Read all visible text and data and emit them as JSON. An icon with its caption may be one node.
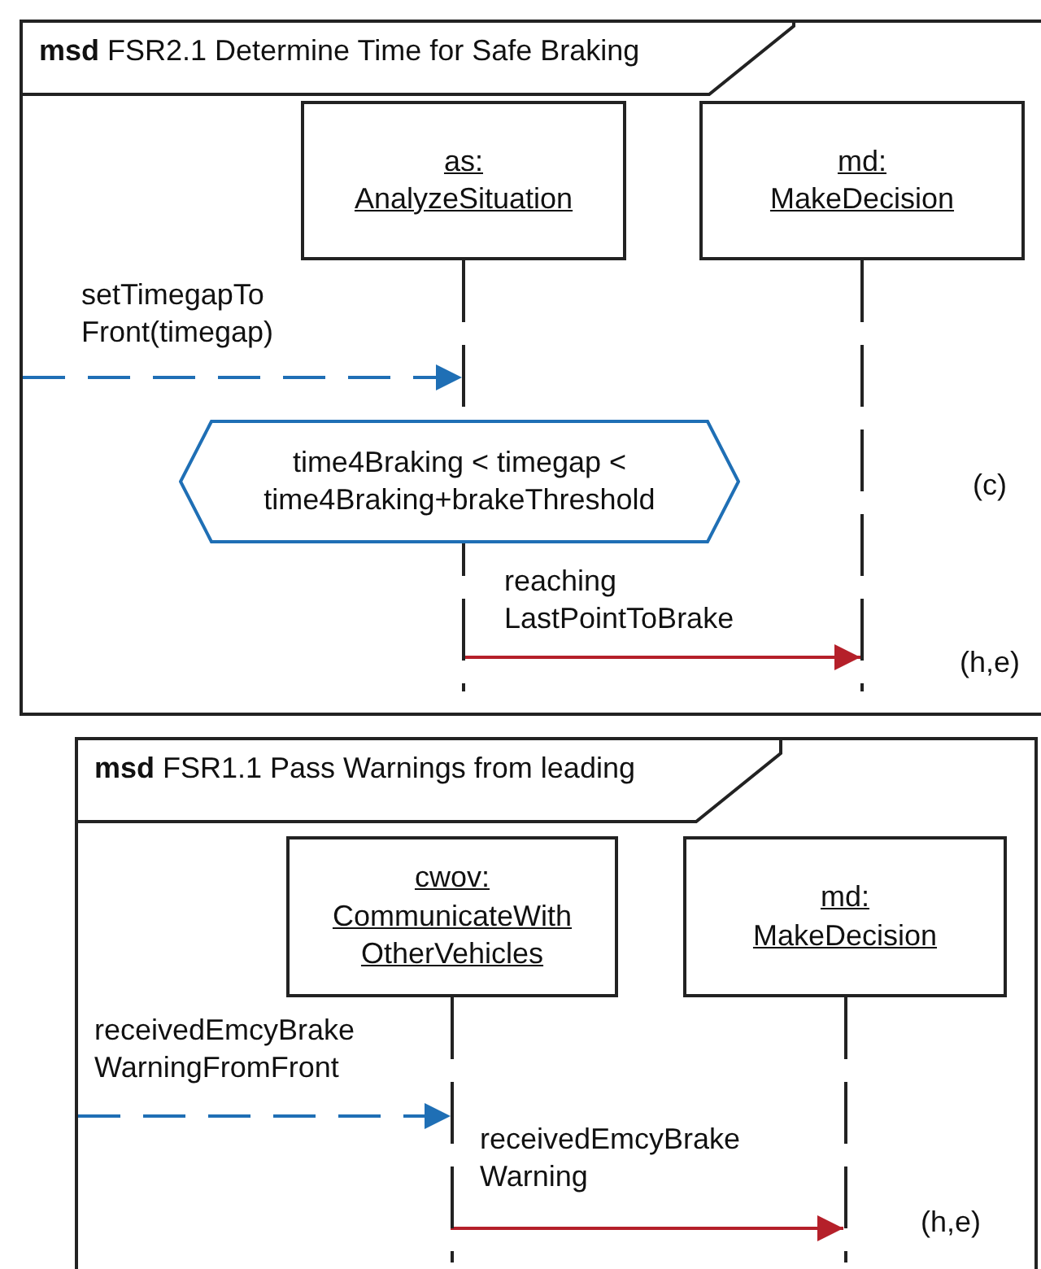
{
  "diagram": {
    "nodes": [
      {
        "text": [
          "**msd** FSR2.1 Determine Time for Safe Braking"
        ]
      },
      {
        "text": [
          "as: AnalyzeSituation"
        ],
        "in": 0
      },
      {
        "text": [
          "md: MakeDecision"
        ],
        "in": 0
      },
      {
        "text": [
          "time4Braking < timegap < time4Braking+brakeThreshold"
        ],
        "in": 0
      },
      {
        "text": [
          "**msd** FSR1.1 Pass Warnings from leading"
        ]
      },
      {
        "text": [
          "cwov: CommunicateWith OtherVehicles"
        ],
        "in": 4
      },
      {
        "text": [
          "md: MakeDecision"
        ],
        "in": 4
      }
    ],
    "edges": [
      {
        "from": null,
        "to": 1,
        "arrow": "to",
        "label": "setTimegapTo Front(timegap)",
        "style": "dashed",
        "color": "#1f6fb5"
      },
      {
        "from": 1,
        "to": 2,
        "arrow": "to",
        "label": "reaching LastPointToBrake",
        "color": "#b5202a"
      },
      {
        "from": null,
        "to": 5,
        "arrow": "to",
        "label": "receivedEmcyBrake WarningFromFront",
        "style": "dashed",
        "color": "#1f6fb5"
      },
      {
        "from": 5,
        "to": 6,
        "arrow": "to",
        "label": "receivedEmcyBrake Warning",
        "color": "#b5202a"
      }
    ],
    "labels": [
      "(c)",
      "(h,e)",
      "(h,e)"
    ]
  }
}
